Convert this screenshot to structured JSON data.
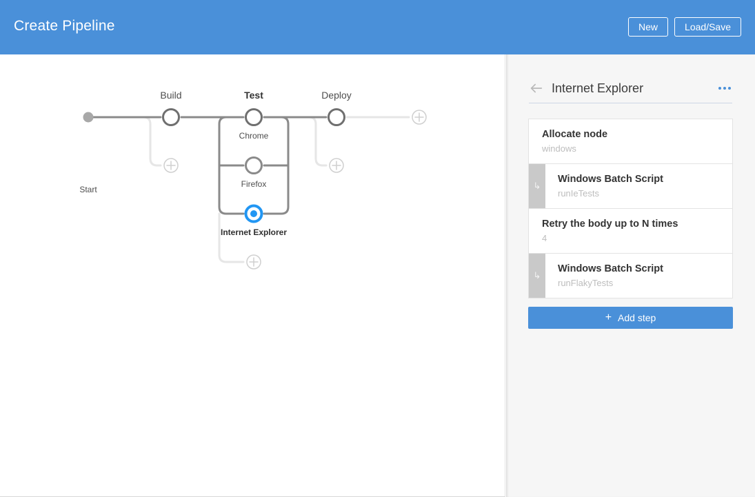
{
  "app": {
    "title": "Create Pipeline",
    "header_color": "#4a90d9",
    "buttons": [
      {
        "name": "new",
        "label": "New"
      },
      {
        "name": "load-save",
        "label": "Load/Save"
      }
    ]
  },
  "pipeline": {
    "start_label": "Start",
    "selected_accent": "#2196f3",
    "stages": [
      {
        "label": "Build",
        "selected": false
      },
      {
        "label": "Test",
        "selected": true
      },
      {
        "label": "Deploy",
        "selected": false
      }
    ],
    "parallel_branches": [
      {
        "label": "Chrome",
        "selected": false
      },
      {
        "label": "Firefox",
        "selected": false
      },
      {
        "label": "Internet Explorer",
        "selected": true
      }
    ],
    "add_buttons": [
      {
        "name": "add-stage-after-start"
      },
      {
        "name": "add-stage-after-deploy"
      },
      {
        "name": "add-stage-after-test"
      },
      {
        "name": "add-parallel-branch"
      }
    ]
  },
  "panel": {
    "back_icon": "back-arrow-icon",
    "title": "Internet Explorer",
    "menu_icon": "ellipsis-icon",
    "steps": [
      {
        "title": "Allocate node",
        "subtitle": "windows",
        "nested": false,
        "gutter_icon": ""
      },
      {
        "title": "Windows Batch Script",
        "subtitle": "runIeTests",
        "nested": true,
        "gutter_icon": "↳"
      },
      {
        "title": "Retry the body up to N times",
        "subtitle": "4",
        "nested": false,
        "gutter_icon": ""
      },
      {
        "title": "Windows Batch Script",
        "subtitle": "runFlakyTests",
        "nested": true,
        "gutter_icon": "↳"
      }
    ],
    "add_step": {
      "label": "Add step",
      "icon": "plus-icon",
      "color": "#4a90d9"
    }
  }
}
